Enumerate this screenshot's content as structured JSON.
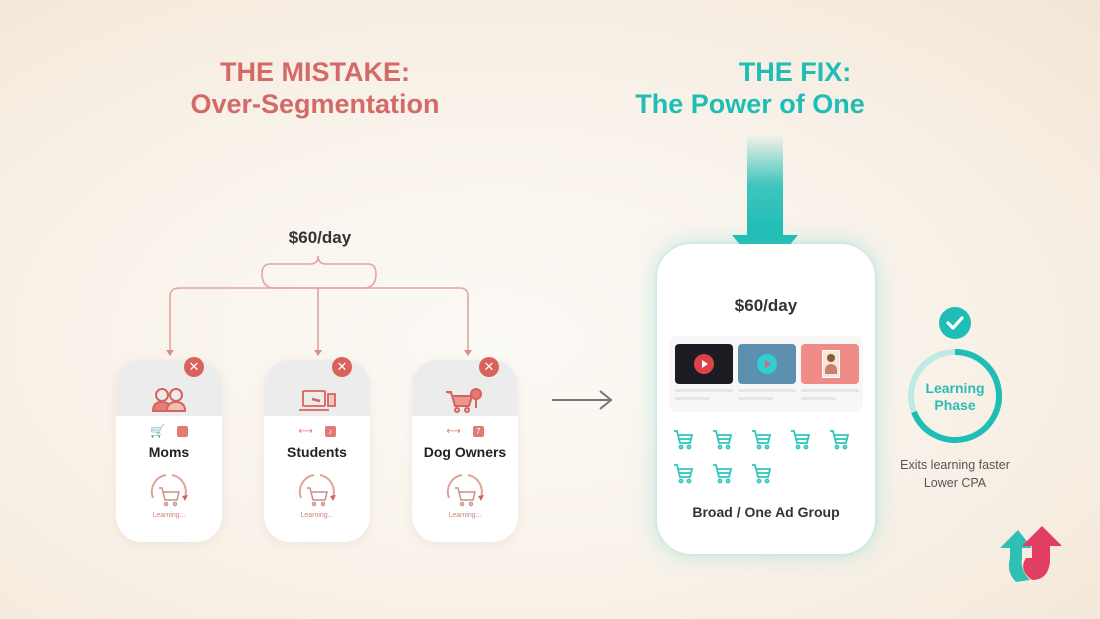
{
  "left_panel": {
    "title_line1": "THE MISTAKE:",
    "title_line2": "Over-Segmentation",
    "budget": "$60/day",
    "segments": [
      {
        "name": "Moms",
        "icon": "women-icon",
        "status_icon": "x-icon",
        "learning_label": "Learning..."
      },
      {
        "name": "Students",
        "icon": "laptop-icon",
        "status_icon": "x-icon",
        "learning_label": "Learning..."
      },
      {
        "name": "Dog Owners",
        "icon": "cart-icon",
        "status_icon": "x-icon",
        "learning_label": "Learning..."
      }
    ],
    "mini_badge": "7"
  },
  "transition_arrow": "right-arrow-icon",
  "right_panel": {
    "title_line1": "THE FIX:",
    "title_line2": "The Power of One",
    "budget": "$60/day",
    "cart_count": 8,
    "ad_group_label": "Broad / One Ad Group",
    "phase_line1": "Learning",
    "phase_line2": "Phase",
    "result_line1": "Exits learning faster",
    "result_line2": "Lower CPA"
  },
  "colors": {
    "mistake": "#d46a68",
    "fix": "#1ebdb5",
    "error_badge": "#d9625d",
    "check_badge": "#1ebdb5"
  }
}
